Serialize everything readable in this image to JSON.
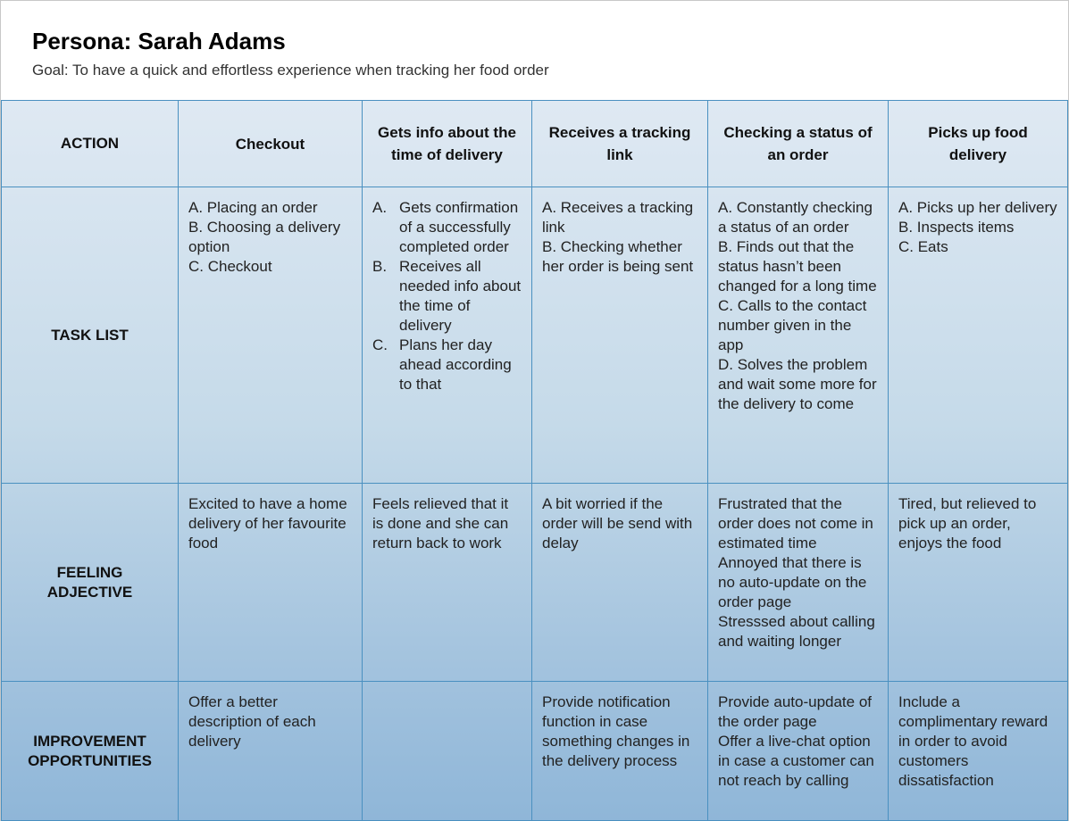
{
  "persona_title": "Persona: Sarah Adams",
  "goal": "Goal: To have a quick and effortless experience when tracking her food order",
  "row_labels": {
    "action": "ACTION",
    "task_list": "TASK LIST",
    "feeling_1": "FEELING",
    "feeling_2": "ADJECTIVE",
    "improvement_1": "IMPROVEMENT",
    "improvement_2": "OPPORTUNITIES"
  },
  "actions": [
    "Checkout",
    "Gets info about the time of delivery",
    "Receives a tracking link",
    "Checking a status of an order",
    "Picks up food delivery"
  ],
  "tasks": {
    "checkout": [
      "A. Placing an order",
      "B. Choosing a delivery option",
      "C. Checkout"
    ],
    "time_info": [
      {
        "marker": "A.",
        "text": "Gets confirmation of a successfully completed order"
      },
      {
        "marker": "B.",
        "text": "Receives all needed info about the time of delivery"
      },
      {
        "marker": "C.",
        "text": "Plans her day ahead according to that"
      }
    ],
    "tracking": [
      "A. Receives a tracking link",
      "B. Checking whether her order is being sent"
    ],
    "status": [
      "A. Constantly checking a status of an order",
      "B. Finds out that the status hasn’t been changed for a long time",
      "C. Calls to the contact number given in the app",
      "D. Solves the problem and wait some more for the delivery  to come"
    ],
    "pickup": [
      "A. Picks up her delivery",
      "B. Inspects items",
      "C. Eats"
    ]
  },
  "feelings": {
    "checkout": [
      "Excited to have a home delivery of her favourite food"
    ],
    "time_info": [
      "Feels relieved that it is done and she can return back to work"
    ],
    "tracking": [
      "A bit worried if the order will be send with delay"
    ],
    "status": [
      "Frustrated that the order does not come in estimated time",
      "Annoyed that there is no auto-update on the order page",
      "Stresssed about calling and waiting longer"
    ],
    "pickup": [
      "Tired, but relieved to pick up an order, enjoys the food"
    ]
  },
  "improvements": {
    "checkout": [
      "Offer a better description of each delivery"
    ],
    "time_info": [],
    "tracking": [
      "Provide notification function in case something changes in the delivery process"
    ],
    "status": [
      "Provide auto-update of the order page",
      "Offer a live-chat option in case a customer can not reach by calling"
    ],
    "pickup": [
      "Include a complimentary reward in order to avoid customers dissatisfaction"
    ]
  },
  "colors": {
    "border": "#4a90c0",
    "gradient_top": "#dfe9f3",
    "gradient_bottom": "#8fb6d8"
  }
}
